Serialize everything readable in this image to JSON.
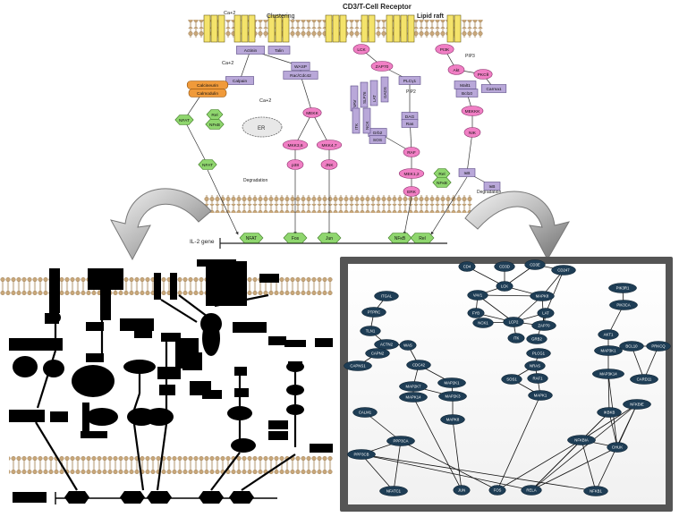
{
  "top": {
    "header_title": "CD3/T-Cell Receptor",
    "clustering": "Clustering",
    "lipid_raft": "Lipid raft",
    "ca_out": "Ca+2",
    "ca_in": "Ca+2",
    "ca_er": "Ca+2",
    "pip3": "PIP3",
    "pip2": "PIP2",
    "il2_gene": "IL-2 gene",
    "degradation_left": "Degradation",
    "degradation_right": "Degradation",
    "nodes": {
      "actinin": "Actinin",
      "talin": "Talin",
      "wasp": "WASP",
      "rac": "Rac/Cdc42",
      "calpain": "Calpain",
      "calcineurin": "Calcineurin",
      "calmodulin": "Calmodulin",
      "er": "ER",
      "nfat_left": "NFAT",
      "rel_left": "Rel",
      "nfkb_left": "NFκB",
      "nfat_mid": "NFAT",
      "mekk": "MEKK",
      "mkk36": "MKK3,6",
      "mkk47": "MKK4,7",
      "p38": "p38",
      "jnk": "JNK",
      "lck": "LCK",
      "zap70": "ZAP70",
      "plcg1": "PLCγ1",
      "dag": "DAG",
      "ras": "Ras",
      "grb2": "Grb2",
      "sos": "SOS",
      "raf": "RAF",
      "mek12": "MEK1,2",
      "erk": "ERK",
      "rel_mid": "Rel",
      "nfkb_mid": "NFκB",
      "pi3k": "PI3K",
      "akt": "Akt",
      "pkc": "PKCθ",
      "malt1": "Malt1",
      "bcl10": "Bcl10",
      "carma1": "Carma1",
      "mekkk": "MEKKK",
      "nik": "NIK",
      "ikb": "IκB",
      "ikb2": "IκB",
      "vav": "VAV",
      "slp76": "SLP76",
      "lat": "LAT",
      "gads": "GADS",
      "itk": "ITK",
      "nck": "NCK"
    },
    "gene_targets": [
      "NFAT",
      "Fos",
      "Jun",
      "NFκB",
      "Rel"
    ]
  },
  "network": {
    "nodes": [
      "CD4",
      "CD3D",
      "CD3E",
      "CD247",
      "ITGAL",
      "PIK3R1",
      "PTPRC",
      "LCK",
      "VAV1",
      "MAPK8",
      "FYB",
      "NCK1",
      "LCP2",
      "LAT",
      "PIK3CA",
      "TLN1",
      "ZAP70",
      "GRB2",
      "AKT1",
      "ACTN2",
      "ITK",
      "CAPN2",
      "WAS",
      "PLCG1",
      "BCL10",
      "PRKCQ",
      "CAPNS1",
      "CDC42",
      "MAP3K1",
      "NRAS",
      "SOS1",
      "RAF1",
      "MAP2K1",
      "MAP2K7",
      "MAP2K3",
      "CARD11",
      "MAP3K14",
      "MAPK1",
      "MAPK14",
      "MAPK8",
      "IKBKB",
      "CALM1",
      "PPP3CA",
      "PPP3CB",
      "NFKBIE",
      "CHUK",
      "NFATC1",
      "NFKBIA",
      "JUN",
      "FOS",
      "RELA",
      "NFKB1"
    ]
  }
}
